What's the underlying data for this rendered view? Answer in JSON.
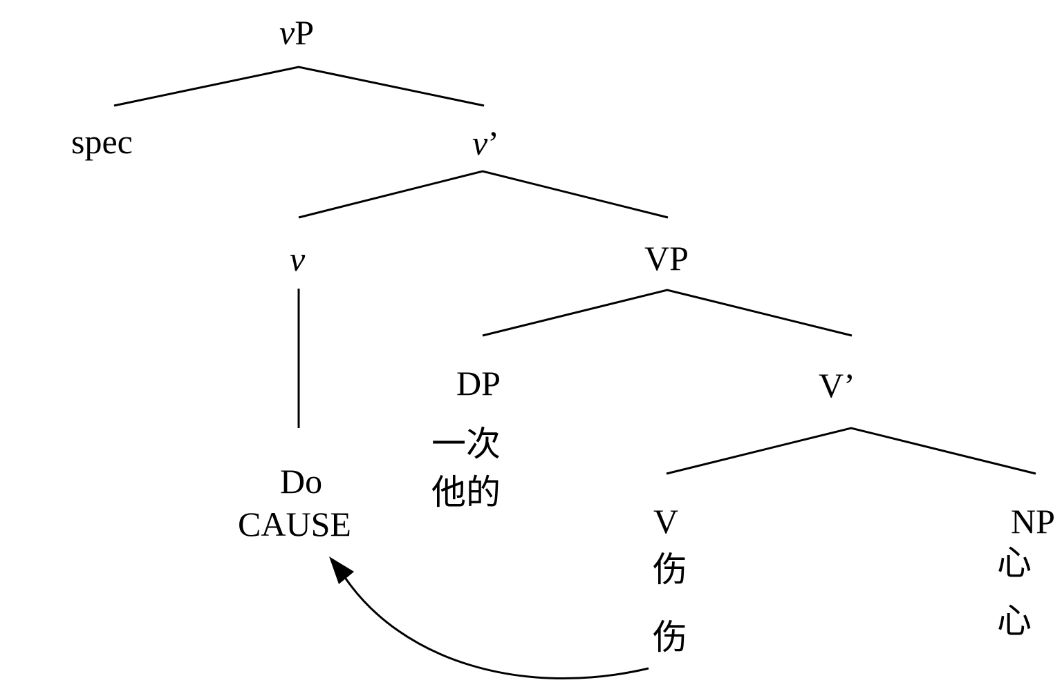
{
  "tree": {
    "root": {
      "label": "ν",
      "suffix": "P"
    },
    "spec": "spec",
    "v_bar": {
      "label": "ν",
      "suffix": "’"
    },
    "v_head": "ν",
    "vp": "VP",
    "dp": "DP",
    "dp_words": [
      "一次",
      "他的"
    ],
    "V_bar": "V’",
    "V": "V",
    "V_words": [
      "伤",
      "伤"
    ],
    "NP": "NP",
    "NP_words": [
      "心",
      "心"
    ],
    "head_words": [
      "Do",
      "CAUSE"
    ]
  }
}
